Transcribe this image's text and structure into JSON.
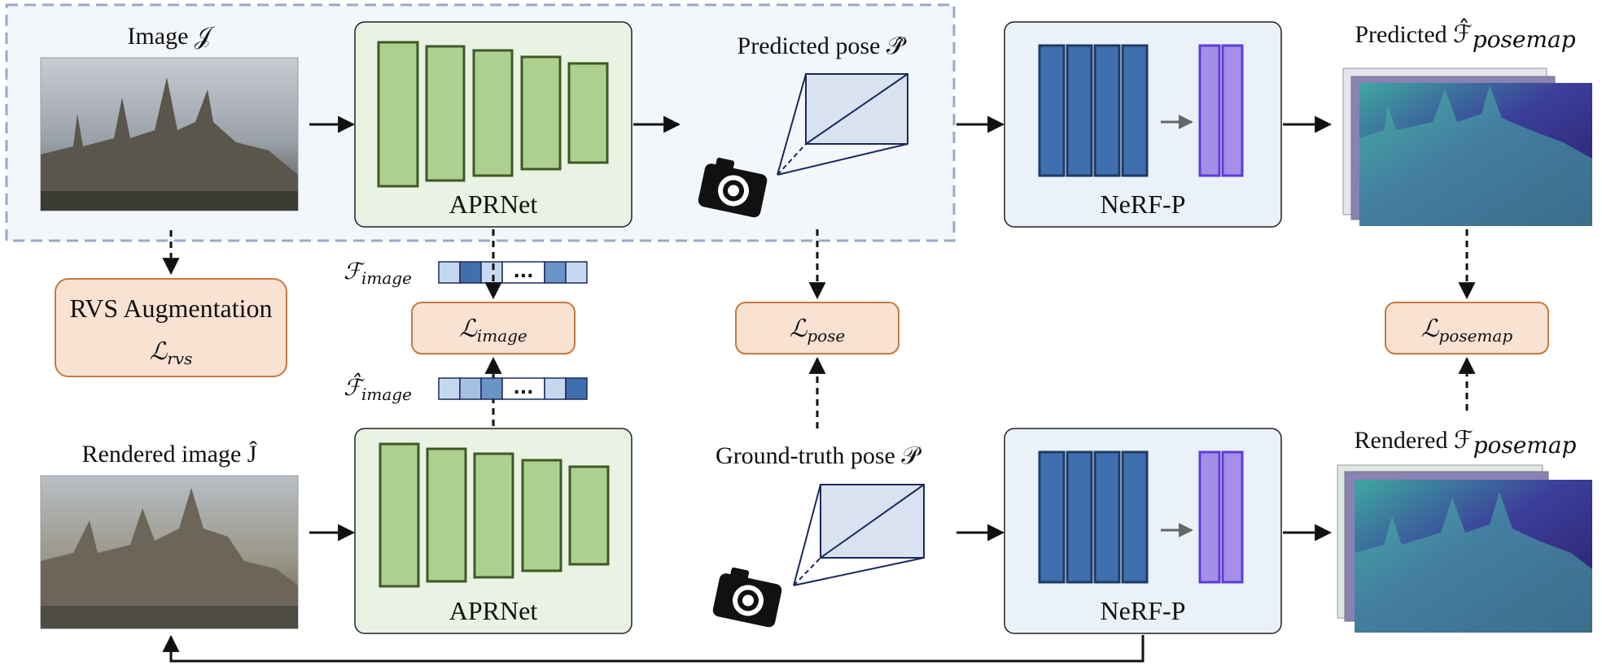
{
  "image_input": {
    "label": "Image 𝒥"
  },
  "rendered_input": {
    "label": "Rendered image Ĵ"
  },
  "aprnet": {
    "top_label": "APRNet",
    "bottom_label": "APRNet"
  },
  "nerf": {
    "top_label": "NeRF-P",
    "bottom_label": "NeRF-P"
  },
  "predicted_pose": {
    "label": "Predicted pose 𝒫̂"
  },
  "gt_pose": {
    "label": "Ground-truth pose 𝒫"
  },
  "predicted_posemap": {
    "label": "Predicted ℱ̂",
    "sub": "posemap"
  },
  "rendered_posemap": {
    "label": "Rendered ℱ",
    "sub": "posemap"
  },
  "rvs": {
    "line1": "RVS Augmentation",
    "line2": "ℒ",
    "sub": "rvs"
  },
  "loss_image": {
    "symbol": "ℒ",
    "sub": "image"
  },
  "loss_pose": {
    "symbol": "ℒ",
    "sub": "pose"
  },
  "loss_posemap": {
    "symbol": "ℒ",
    "sub": "posemap"
  },
  "feature_image": {
    "symbol": "ℱ",
    "sub": "image",
    "dots": "..."
  },
  "feature_rendered": {
    "symbol": "ℱ̂",
    "sub": "image",
    "dots": "..."
  },
  "colors": {
    "aprnet_fill": "#e9f2e3",
    "aprnet_bar": "#aed08f",
    "aprnet_bar_stroke": "#3d5a26",
    "nerf_fill": "#eaf1f8",
    "nerf_bar": "#3f6fae",
    "nerf_purple": "#a48ee8",
    "nerf_purple_stroke": "#5a3fd6",
    "loss_fill": "#f9e2d2",
    "loss_stroke": "#c57a3f",
    "dashed_region": "#9aa9c6",
    "region_fill": "#f3f6fb"
  },
  "icons": [
    "camera-icon",
    "camera-frustum-icon",
    "photo-thumbnail-icon",
    "posemap-icon"
  ]
}
